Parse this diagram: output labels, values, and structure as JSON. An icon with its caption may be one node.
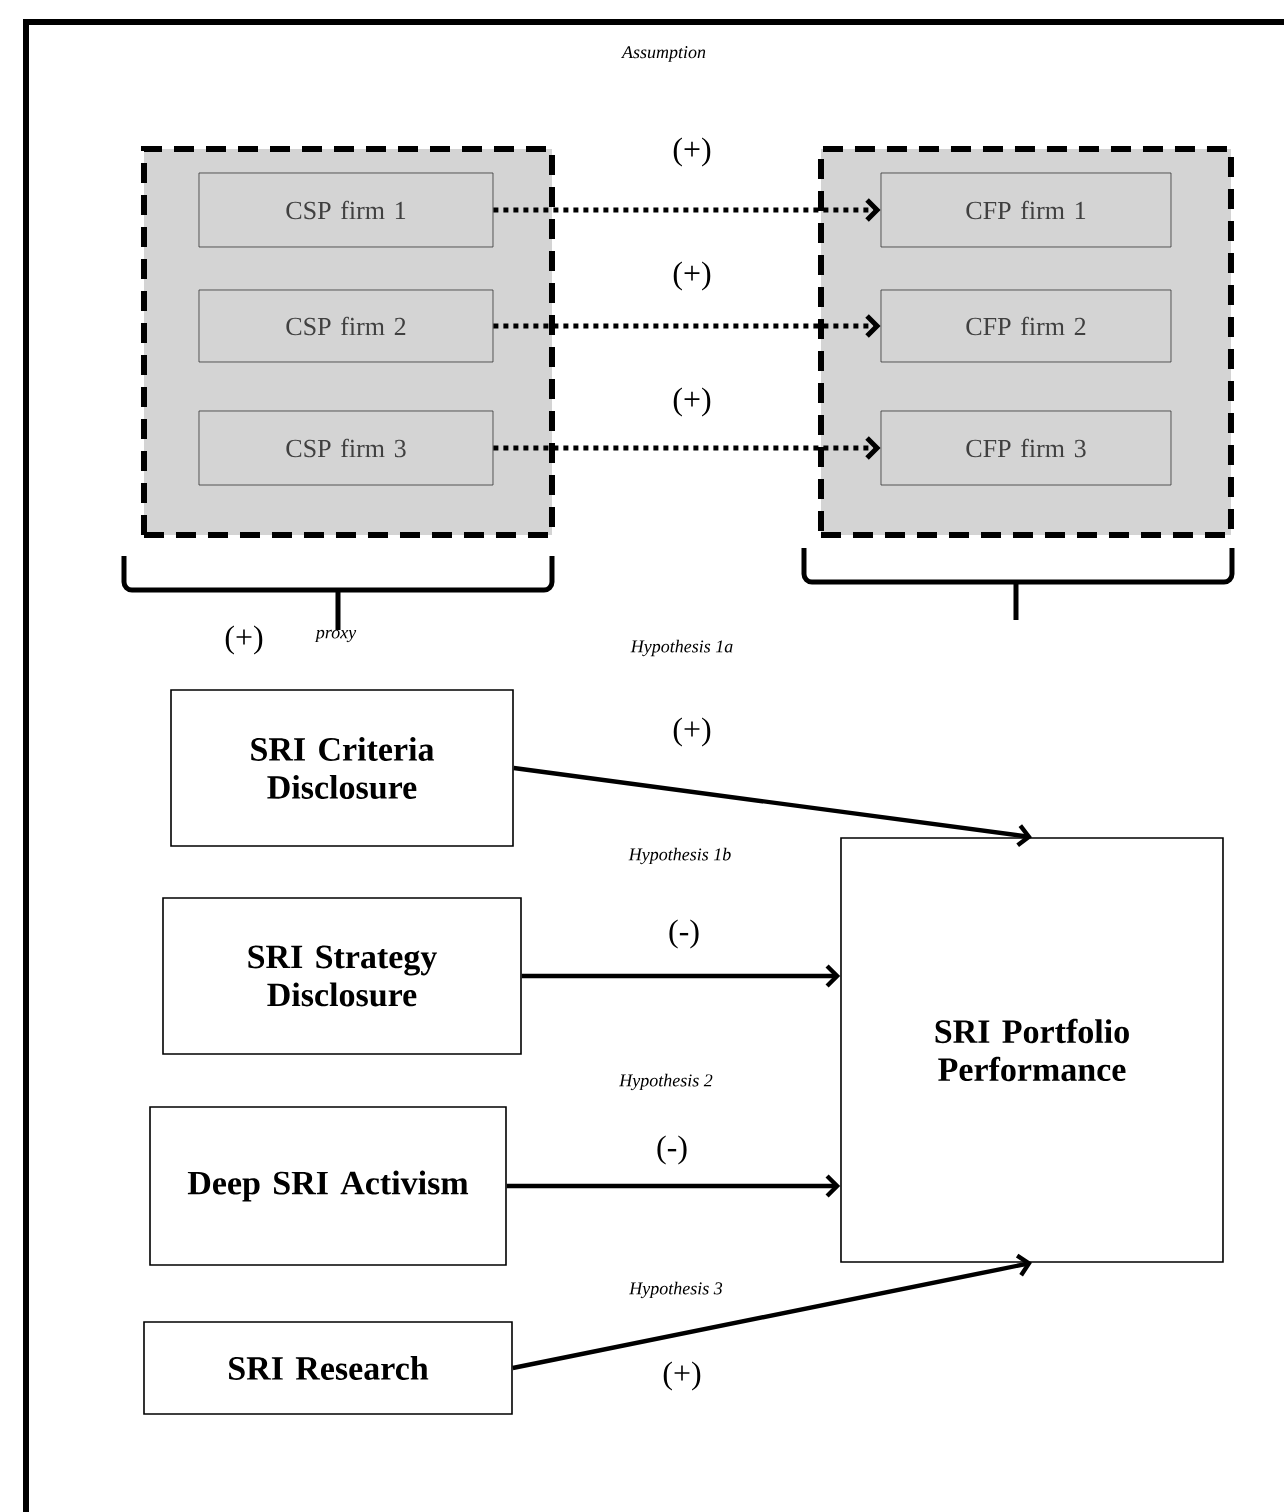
{
  "diagram": {
    "nodes": [
      {
        "text": [],
        "shape": "box"
      },
      {
        "text": [
          "CSP firm 1"
        ],
        "in": 0
      },
      {
        "text": [
          "CSP firm 2"
        ],
        "in": 0
      },
      {
        "text": [
          "CSP firm 3"
        ],
        "in": 0
      },
      {
        "text": [],
        "shape": "box"
      },
      {
        "text": [
          "CFP firm 1"
        ],
        "in": 4
      },
      {
        "text": [
          "CFP firm 2"
        ],
        "in": 4
      },
      {
        "text": [
          "CFP firm 3"
        ],
        "in": 4
      },
      {
        "text": [
          "SRI Criteria Disclosure"
        ]
      },
      {
        "text": [
          "SRI Strategy Disclosure"
        ]
      },
      {
        "text": [
          "Deep SRI Activism"
        ]
      },
      {
        "text": [
          "SRI Research"
        ]
      },
      {
        "text": [
          "SRI Portfolio Performance"
        ]
      }
    ],
    "edges": [
      {
        "from": 1,
        "to": 5,
        "arrow": "to",
        "label": "(+)",
        "style": "dashed"
      },
      {
        "from": 2,
        "to": 6,
        "arrow": "to",
        "label": "(+)",
        "style": "dashed"
      },
      {
        "from": 3,
        "to": 7,
        "arrow": "to",
        "label": "(+)",
        "style": "dashed"
      },
      {
        "from": 8,
        "to": 12,
        "arrow": "to",
        "label": "(+)"
      },
      {
        "from": 9,
        "to": 12,
        "arrow": "to",
        "label": "(-)"
      },
      {
        "from": 10,
        "to": 12,
        "arrow": "to",
        "label": "(-)"
      },
      {
        "from": 11,
        "to": 12,
        "arrow": "to",
        "label": "(+)"
      }
    ],
    "labels": [
      "Assumption",
      "(+)",
      "proxy",
      "Hypothesis 1a",
      "Hypothesis 1b",
      "Hypothesis 2",
      "Hypothesis 3"
    ]
  }
}
